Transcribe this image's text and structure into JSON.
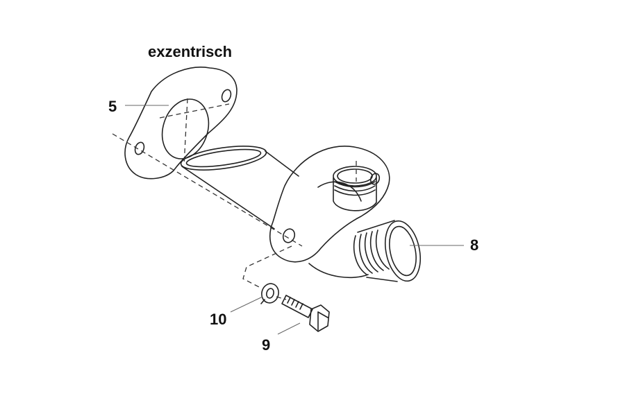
{
  "diagram": {
    "title": "exzentrisch",
    "callouts": {
      "part_5": "5",
      "part_8": "8",
      "part_9": "9",
      "part_10": "10"
    },
    "colors": {
      "line": "#222222",
      "dash": "#333333",
      "leader": "#666666",
      "background": "#ffffff"
    }
  }
}
